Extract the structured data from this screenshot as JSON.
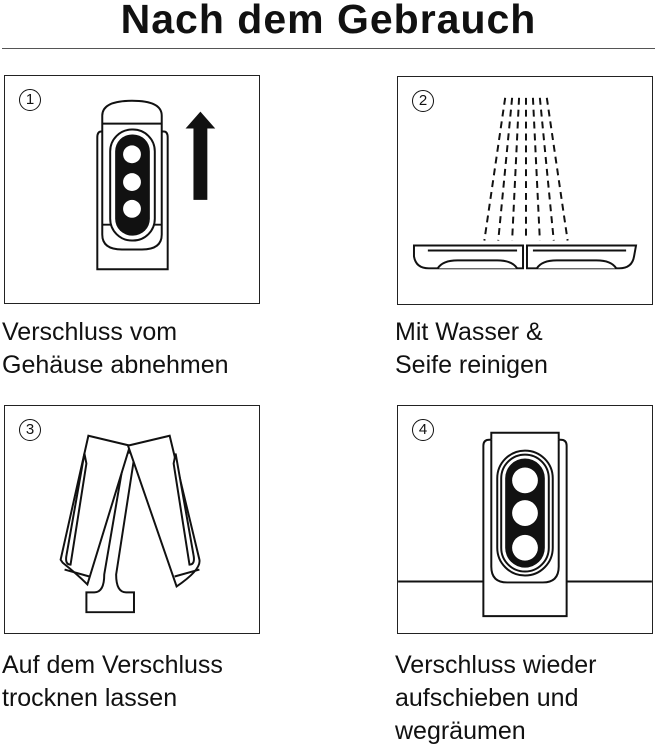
{
  "title": "Nach dem Gebrauch",
  "steps": [
    {
      "number": "1",
      "lines": [
        "Verschluss vom",
        "Gehäuse abnehmen"
      ]
    },
    {
      "number": "2",
      "lines": [
        "Mit Wasser &",
        "Seife reinigen"
      ]
    },
    {
      "number": "3",
      "lines": [
        "Auf dem Verschluss",
        "trocknen lassen"
      ]
    },
    {
      "number": "4",
      "lines": [
        "Verschluss wieder",
        "aufschieben und",
        "wegräumen"
      ]
    }
  ]
}
